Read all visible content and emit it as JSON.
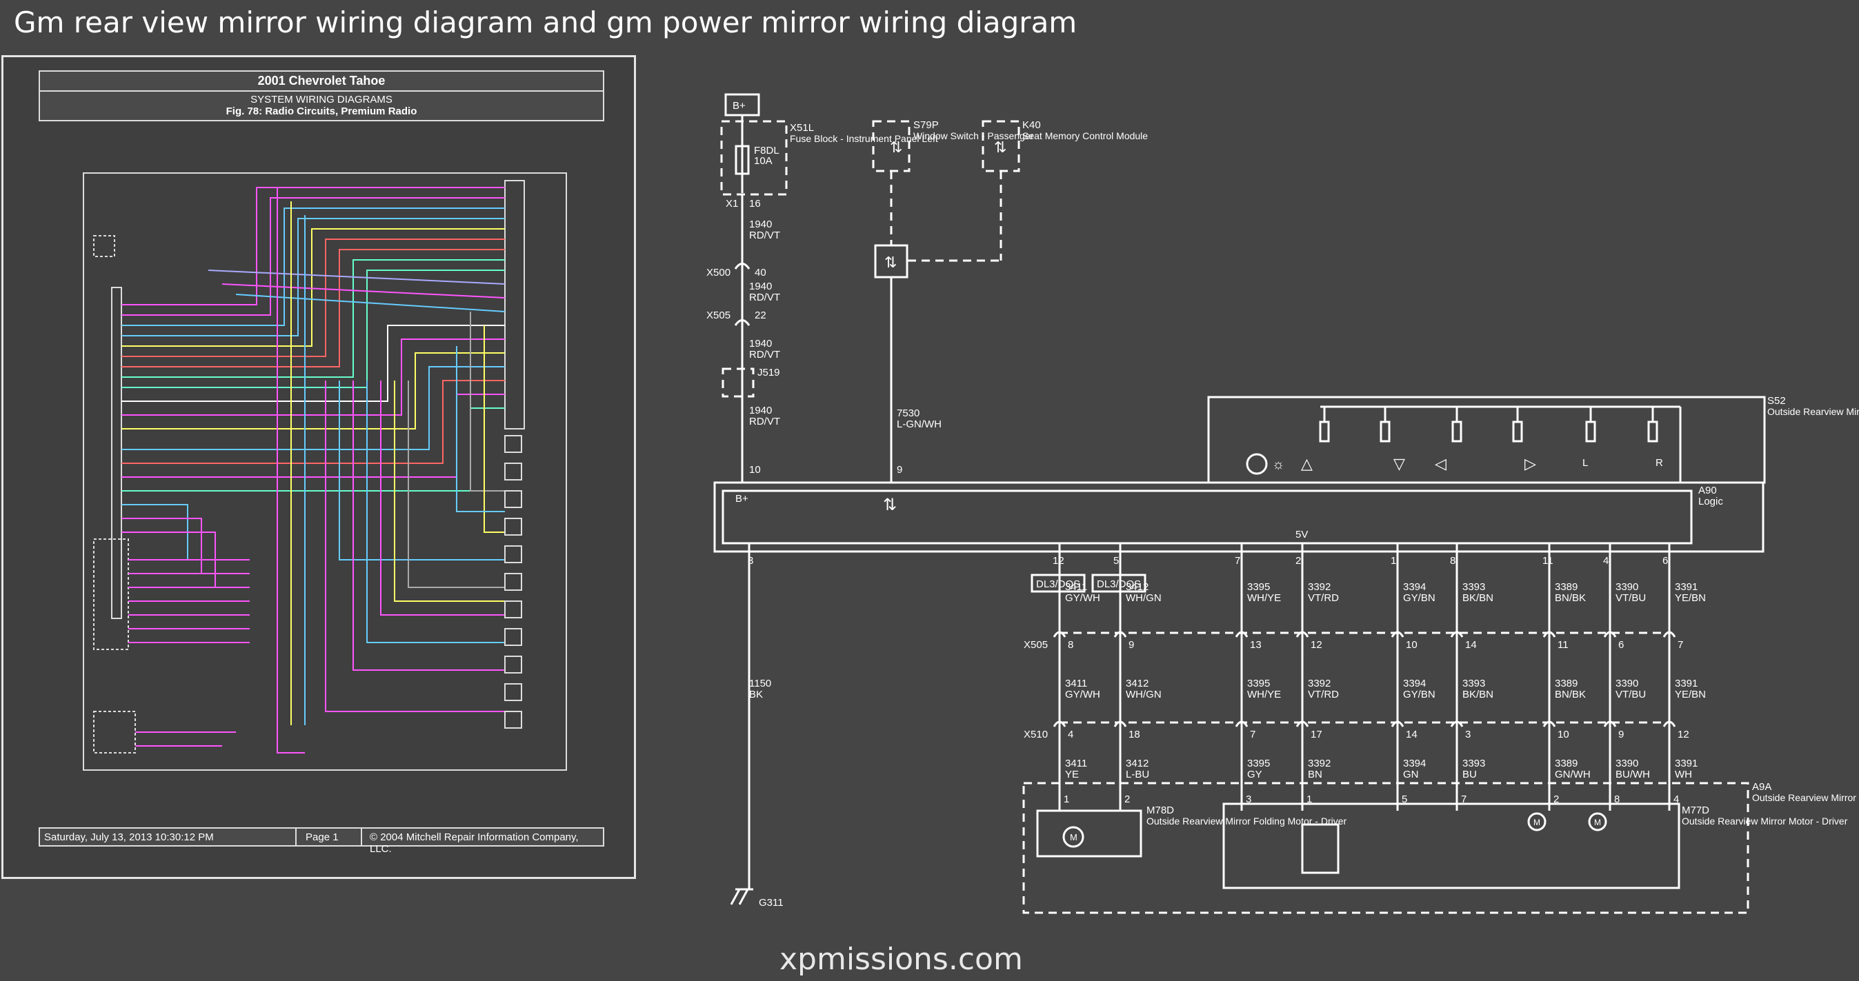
{
  "page": {
    "title": "Gm rear view mirror wiring diagram and gm power mirror wiring diagram",
    "watermark": "xpmissions.com"
  },
  "left_diagram": {
    "vehicle": "2001 Chevrolet Tahoe",
    "section": "SYSTEM WIRING DIAGRAMS",
    "figure": "Fig. 78: Radio Circuits, Premium Radio",
    "footer_date": "Saturday, July 13, 2013 10:30:12 PM",
    "footer_page": "Page 1",
    "footer_copyright": "© 2004 Mitchell Repair Information Company, LLC."
  },
  "right_diagram": {
    "supply": "B+",
    "fuse_block": {
      "id": "X51L",
      "name": "Fuse Block - Instrument Panel Left",
      "fuse": "F8DL",
      "rating": "10A",
      "connector": "X1",
      "pin": "16"
    },
    "switch_passenger": {
      "id": "S79P",
      "name": "Window Switch - Passenger"
    },
    "seat_module": {
      "id": "K40",
      "name": "Seat Memory Control Module"
    },
    "feed_wire": {
      "circuit": "1940",
      "color": "RD/VT"
    },
    "inline_connectors": [
      {
        "id": "X500",
        "pin": "40"
      },
      {
        "id": "X505",
        "pin": "22"
      }
    ],
    "splice": "J519",
    "signal_wire": {
      "circuit": "7530",
      "color": "L-GN/WH"
    },
    "ground_wire": {
      "circuit": "1150",
      "color": "BK"
    },
    "ground": "G311",
    "logic_pins": {
      "bplus": "10",
      "signal": "9",
      "ground": "3"
    },
    "mirror_switch": {
      "id": "S52",
      "name": "Outside Rearview Mirror Switch",
      "left": "L",
      "right": "R"
    },
    "logic": {
      "id": "A90",
      "name": "Logic",
      "bplus": "B+",
      "ref_voltage": "5V"
    },
    "dl3_labels": [
      "DL3/DQS",
      "DL3/DQS"
    ],
    "x505_label": "X505",
    "x510_label": "X510",
    "circuits": [
      {
        "logic_pin": "12",
        "circuit": "3411",
        "color": "GY/WH",
        "x505_pin": "8",
        "x510_pin": "4",
        "driver_color": "YE",
        "driver_pin": "1"
      },
      {
        "logic_pin": "5",
        "circuit": "3412",
        "color": "WH/GN",
        "x505_pin": "9",
        "x510_pin": "18",
        "driver_color": "L-BU",
        "driver_pin": "2"
      },
      {
        "logic_pin": "7",
        "circuit": "3395",
        "color": "WH/YE",
        "x505_pin": "13",
        "x510_pin": "7",
        "driver_color": "GY",
        "driver_pin": "3"
      },
      {
        "logic_pin": "2",
        "circuit": "3392",
        "color": "VT/RD",
        "x505_pin": "12",
        "x510_pin": "17",
        "driver_color": "BN",
        "driver_pin": "1"
      },
      {
        "logic_pin": "1",
        "circuit": "3394",
        "color": "GY/BN",
        "x505_pin": "10",
        "x510_pin": "14",
        "driver_color": "GN",
        "driver_pin": "5"
      },
      {
        "logic_pin": "8",
        "circuit": "3393",
        "color": "BK/BN",
        "x505_pin": "14",
        "x510_pin": "3",
        "driver_color": "BU",
        "driver_pin": "7"
      },
      {
        "logic_pin": "11",
        "circuit": "3389",
        "color": "BN/BK",
        "x505_pin": "11",
        "x510_pin": "10",
        "driver_color": "GN/WH",
        "driver_pin": "2"
      },
      {
        "logic_pin": "4",
        "circuit": "3390",
        "color": "VT/BU",
        "x505_pin": "6",
        "x510_pin": "9",
        "driver_color": "BU/WH",
        "driver_pin": "8"
      },
      {
        "logic_pin": "6",
        "circuit": "3391",
        "color": "YE/BN",
        "x505_pin": "7",
        "x510_pin": "12",
        "driver_color": "WH",
        "driver_pin": "4"
      }
    ],
    "folding_motor": {
      "id": "M78D",
      "name": "Outside Rearview Mirror Folding Motor - Driver"
    },
    "mirror_motor": {
      "id": "M77D",
      "name": "Outside Rearview Mirror Motor - Driver"
    },
    "driver_mirror": {
      "id": "A9A",
      "name": "Outside Rearview Mirror - Driver"
    },
    "motor_symbol": "M"
  },
  "colors": {
    "background": "#454545",
    "line": "#ffffff"
  }
}
